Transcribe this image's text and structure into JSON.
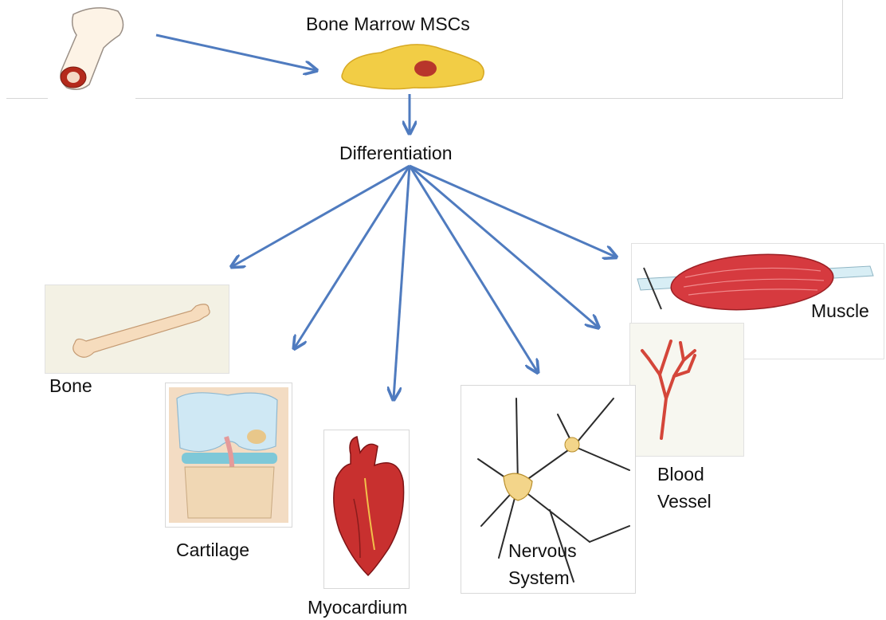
{
  "header": {
    "title": "Bone Marrow  MSCs"
  },
  "process": {
    "label": "Differentiation"
  },
  "outcomes": [
    {
      "label": "Bone"
    },
    {
      "label": "Cartilage"
    },
    {
      "label": "Myocardium"
    },
    {
      "label": "Nervous System"
    },
    {
      "label": "Blood Vessel"
    },
    {
      "label": "Muscle"
    }
  ],
  "colors": {
    "arrow": "#4f7bbf",
    "cell": "#f2cd45",
    "nucleus": "#b8362b",
    "muscle": "#d63a3f",
    "vessel": "#d4463a"
  }
}
